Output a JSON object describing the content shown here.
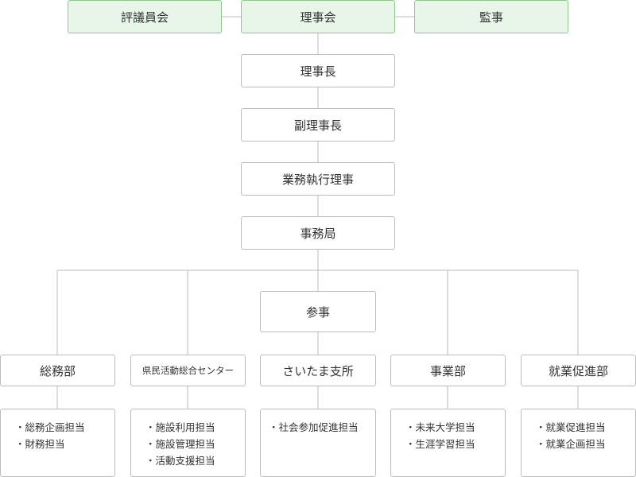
{
  "top": {
    "council": "評議員会",
    "board": "理事会",
    "auditor": "監事"
  },
  "chain": [
    "理事長",
    "副理事長",
    "業務執行理事",
    "事務局"
  ],
  "counselor": "参事",
  "departments": [
    {
      "name": "総務部",
      "items": [
        "・総務企画担当",
        "・財務担当"
      ]
    },
    {
      "name": "県民活動総合センター",
      "items": [
        "・施設利用担当",
        "・施設管理担当",
        "・活動支援担当"
      ]
    },
    {
      "name": "さいたま支所",
      "items": [
        "・社会参加促進担当"
      ]
    },
    {
      "name": "事業部",
      "items": [
        "・未来大学担当",
        "・生涯学習担当"
      ]
    },
    {
      "name": "就業促進部",
      "items": [
        "・就業促進担当",
        "・就業企画担当"
      ]
    }
  ],
  "colors": {
    "top_fill": "#e8f5e9",
    "top_border": "#8fc88f",
    "line": "#bbbbbb"
  }
}
